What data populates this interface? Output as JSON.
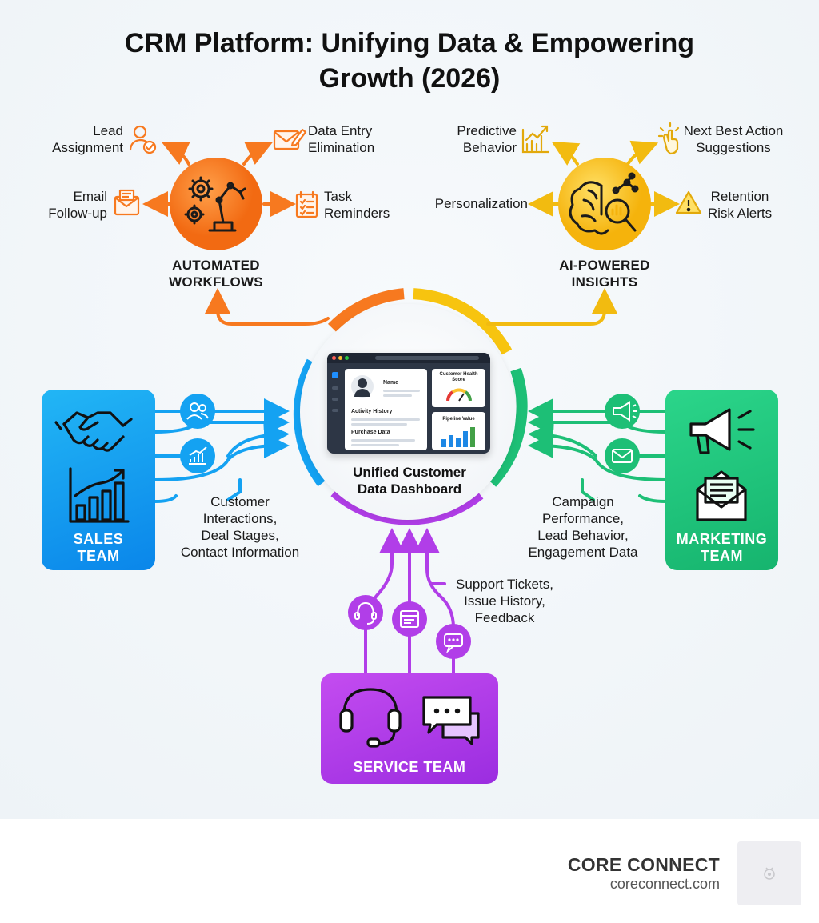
{
  "title": "CRM Platform: Unifying Data & Empowering Growth (2026)",
  "automated": {
    "title": "AUTOMATED\nWORKFLOWS",
    "items": {
      "lead_assignment": "Lead\nAssignment",
      "data_entry": "Data Entry\nElimination",
      "email_followup": "Email\nFollow-up",
      "task_reminders": "Task\nReminders"
    }
  },
  "ai": {
    "title": "AI-POWERED\nINSIGHTS",
    "items": {
      "predictive": "Predictive\nBehavior",
      "next_best": "Next Best Action\nSuggestions",
      "personalization": "Personalization",
      "retention": "Retention\nRisk Alerts"
    }
  },
  "center": {
    "label": "Unified Customer\nData Dashboard",
    "dashboard": {
      "name": "Name",
      "activity": "Activity History",
      "purchase": "Purchase Data",
      "health": "Customer Health\nScore",
      "pipeline": "Pipeline Value"
    }
  },
  "sales": {
    "title": "SALES\nTEAM",
    "data": "Customer\nInteractions,\nDeal Stages,\nContact Information"
  },
  "marketing": {
    "title": "MARKETING\nTEAM",
    "data": "Campaign\nPerformance,\nLead Behavior,\nEngagement Data"
  },
  "service": {
    "title": "SERVICE TEAM",
    "data": "Support Tickets,\nIssue History,\nFeedback"
  },
  "footer": {
    "brand": "CORE CONNECT",
    "url": "coreconnect.com"
  },
  "colors": {
    "automated": "#f7791f",
    "ai": "#f7c40f",
    "sales": "#0f8ff0",
    "marketing": "#1dbf76",
    "service": "#a83ae6"
  }
}
